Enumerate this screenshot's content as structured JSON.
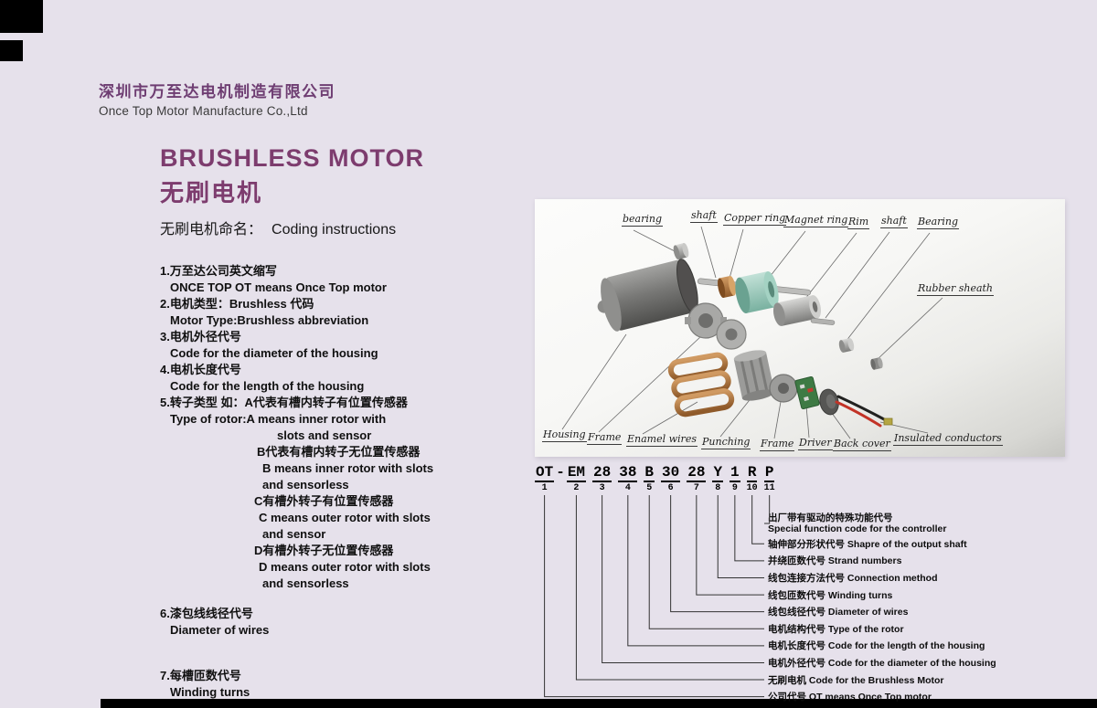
{
  "header": {
    "company_zh": "深圳市万至达电机制造有限公司",
    "company_en": "Once Top Motor Manufacture Co.,Ltd"
  },
  "title": {
    "en": "BRUSHLESS MOTOR",
    "zh": "无刷电机",
    "subtitle_zh": "无刷电机命名：",
    "subtitle_en": "Coding instructions"
  },
  "instructions": [
    "1.万至达公司英文缩写",
    "ONCE TOP OT means Once Top motor",
    "2.电机类型：Brushless 代码",
    "Motor Type:Brushless abbreviation",
    "3.电机外径代号",
    "Code for the diameter of the housing",
    "4.电机长度代号",
    "Code for the length of the housing",
    "5.转子类型 如：A代表有槽内转子有位置传感器",
    "Type of rotor:A means inner rotor with",
    "slots and sensor",
    "B代表有槽内转子无位置传感器",
    "B means inner rotor with slots",
    "and sensorless",
    "C有槽外转子有位置传感器",
    "C means outer rotor with slots",
    "and sensor",
    "D有槽外转子无位置传感器",
    "D means outer rotor with slots",
    "and sensorless",
    "6.漆包线线径代号",
    "Diameter of wires",
    "7.每槽匝数代号",
    "Winding turns"
  ],
  "diagram": {
    "labels_top": [
      "bearing",
      "shaft",
      "Copper ring",
      "Magnet ring",
      "Rim",
      "shaft",
      "Bearing",
      "Rubber sheath"
    ],
    "labels_bottom": [
      "Housing",
      "Frame",
      "Enamel wires",
      "Punching",
      "Frame",
      "Driver",
      "Back cover",
      "Insulated conductors"
    ]
  },
  "code": {
    "separator": "-",
    "segments": [
      {
        "t": "OT",
        "n": "1"
      },
      {
        "t": "EM",
        "n": "2"
      },
      {
        "t": "28",
        "n": "3"
      },
      {
        "t": "38",
        "n": "4"
      },
      {
        "t": "B",
        "n": "5"
      },
      {
        "t": "30",
        "n": "6"
      },
      {
        "t": "28",
        "n": "7"
      },
      {
        "t": "Y",
        "n": "8"
      },
      {
        "t": "1",
        "n": "9"
      },
      {
        "t": "R",
        "n": "10"
      },
      {
        "t": "P",
        "n": "11"
      }
    ],
    "rows": [
      [
        "出厂带有驱动的特殊功能代号",
        "Special function code for the controller"
      ],
      [
        "轴伸部分形状代号 Shapre of the output shaft"
      ],
      [
        "并绕匝数代号 Strand numbers"
      ],
      [
        "线包连接方法代号 Connection method"
      ],
      [
        "线包匝数代号 Winding turns"
      ],
      [
        "线包线径代号 Diameter of wires"
      ],
      [
        "电机结构代号 Type of the rotor"
      ],
      [
        "电机长度代号 Code for the length of the housing"
      ],
      [
        "电机外径代号 Code for the diameter of the housing"
      ],
      [
        "无刷电机 Code for the Brushless Motor"
      ],
      [
        "公司代号 OT means Once Top motor"
      ]
    ]
  },
  "colors": {
    "background": "#e6e1eb",
    "accent_purple": "#7d3c6e",
    "text": "#141414"
  }
}
